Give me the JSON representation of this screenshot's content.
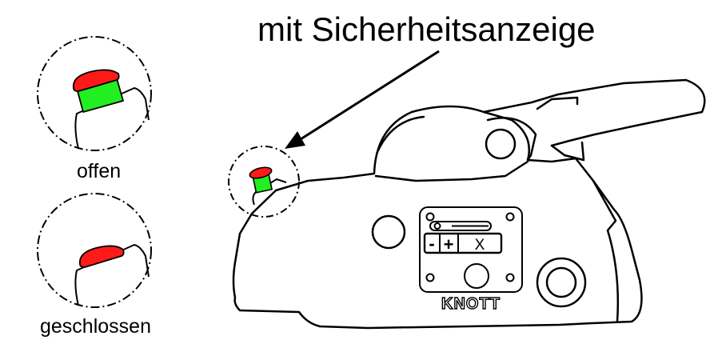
{
  "texts": {
    "title": "mit Sicherheitsanzeige",
    "open": "offen",
    "closed": "geschlossen",
    "brand": "KNOTT",
    "minus": "-",
    "plus": "+",
    "x": "X"
  },
  "colors": {
    "outline": "#000000",
    "background": "#ffffff",
    "indicator_cap": "#ff1a1a",
    "indicator_open": "#22ee22"
  },
  "states": {
    "open_indicator_visible": true,
    "closed_indicator_visible": false
  }
}
